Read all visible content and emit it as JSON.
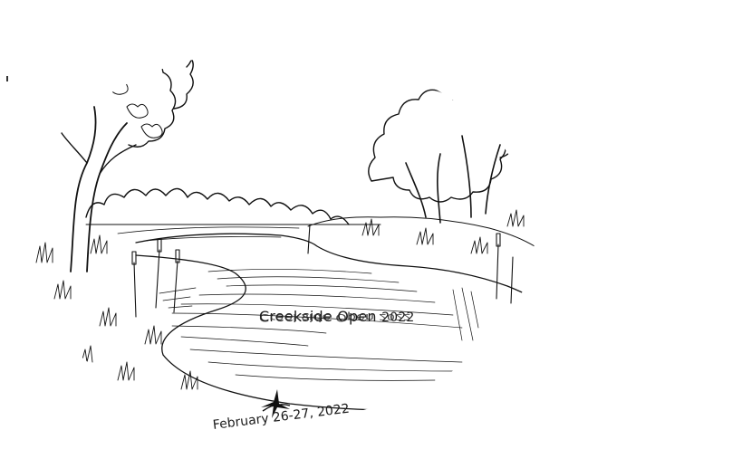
{
  "event": {
    "name": "Creekside Open",
    "year": "2022",
    "dates": "February 26-27, 2022"
  },
  "icons": {
    "logo": "disc-golf-star-icon"
  },
  "colors": {
    "ink": "#1a1a1a",
    "background": "#ffffff"
  }
}
